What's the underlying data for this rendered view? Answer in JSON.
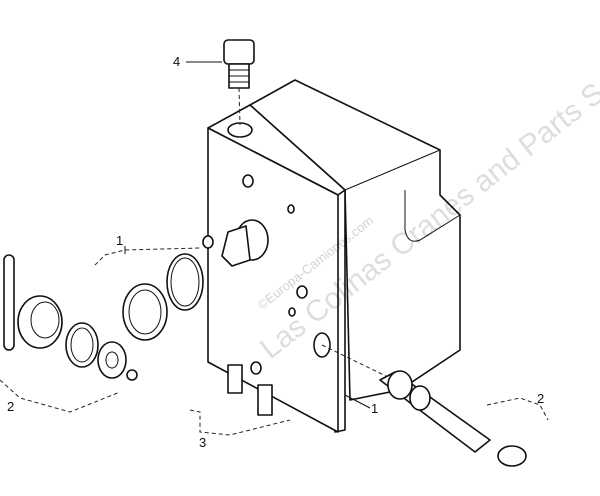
{
  "diagram": {
    "callouts": [
      "4",
      "1",
      "2",
      "3",
      "1",
      "2"
    ],
    "watermark": "Las Colinas Cranes and Parts S.L.",
    "watermark_sub": "©Europa-Camiones.com"
  }
}
